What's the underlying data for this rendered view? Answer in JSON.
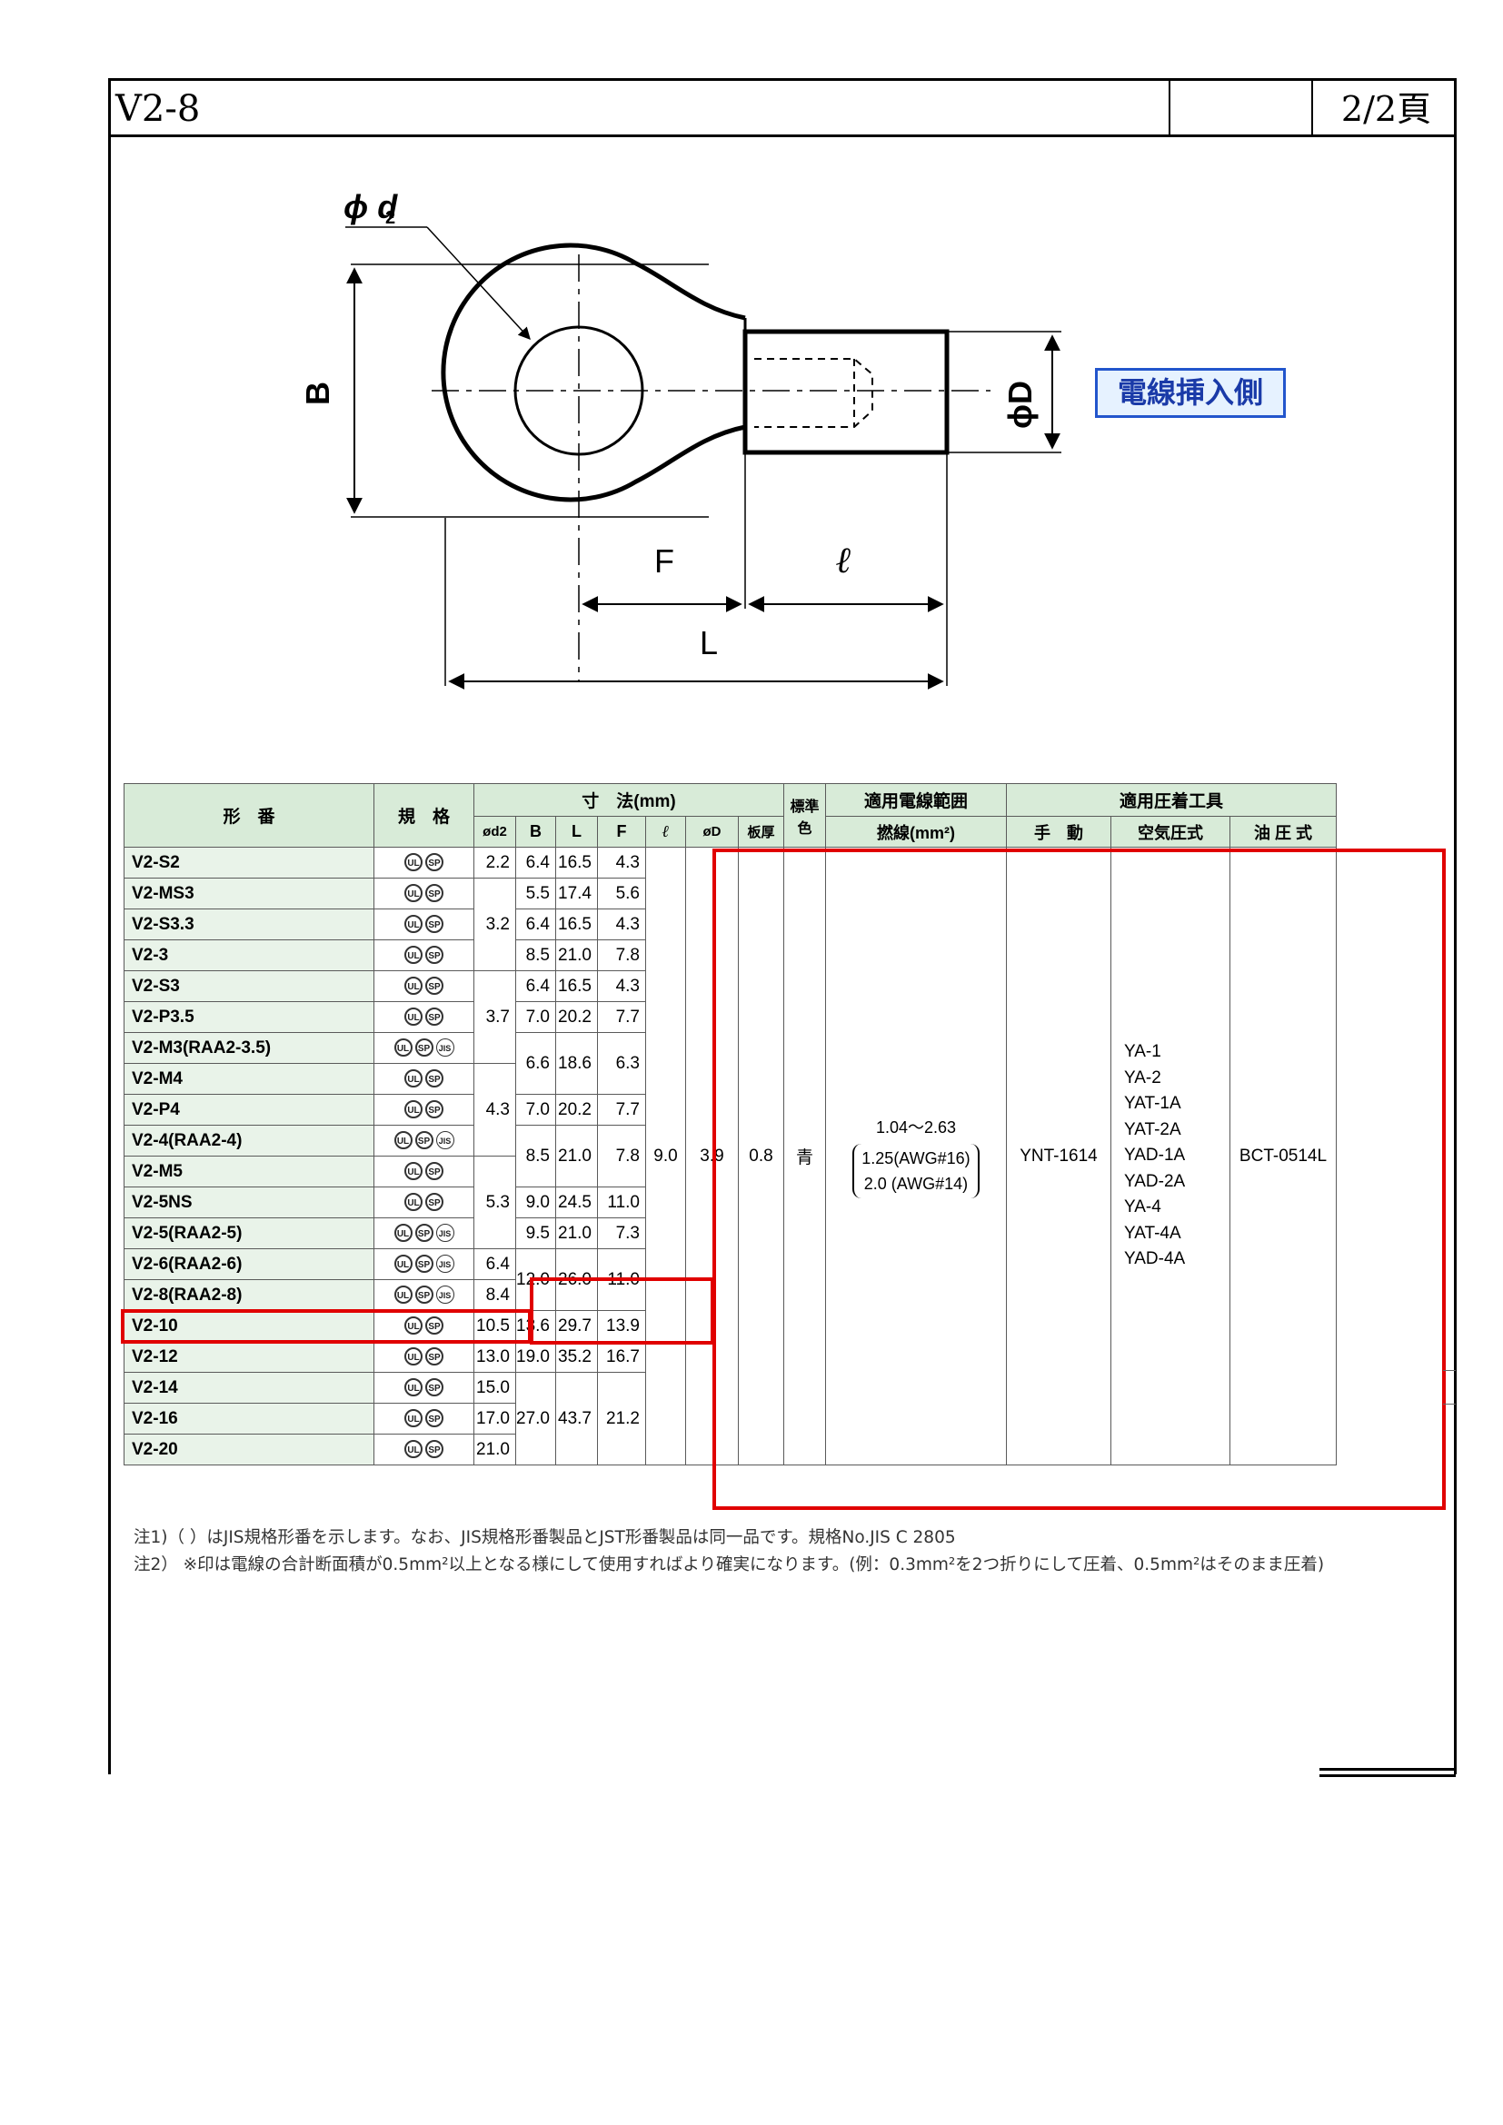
{
  "header": {
    "doc_title": "V2-8",
    "page_number": "2/2頁"
  },
  "diagram": {
    "labels": {
      "phi_d2": "ϕ d",
      "phi_d2_sub": "2",
      "B": "B",
      "phi_D": "ϕD",
      "F": "F",
      "ell": "ℓ",
      "L": "L"
    },
    "wire_side_label": "電線挿入側"
  },
  "table": {
    "header": {
      "model": "形　番",
      "standard": "規　格",
      "dimensions": "寸　法(mm)",
      "std_color": "標準色",
      "wire_range": "適用電線範囲",
      "tools": "適用圧着工具",
      "d2": "ød2",
      "B": "B",
      "L": "L",
      "F": "F",
      "ell": "ℓ",
      "D": "øD",
      "thickness": "板厚",
      "stranded": "撚線(mm²)",
      "manual": "手　動",
      "pneumatic": "空気圧式",
      "hydraulic": "油 圧 式"
    },
    "rows": [
      {
        "model": "V2-S2",
        "jis": false
      },
      {
        "model": "V2-MS3",
        "jis": false
      },
      {
        "model": "V2-S3.3",
        "jis": false
      },
      {
        "model": "V2-3",
        "jis": false
      },
      {
        "model": "V2-S3",
        "jis": false
      },
      {
        "model": "V2-P3.5",
        "jis": false
      },
      {
        "model": "V2-M3(RAA2-3.5)",
        "jis": true
      },
      {
        "model": "V2-M4",
        "jis": false
      },
      {
        "model": "V2-P4",
        "jis": false
      },
      {
        "model": "V2-4(RAA2-4)",
        "jis": true
      },
      {
        "model": "V2-M5",
        "jis": false
      },
      {
        "model": "V2-5NS",
        "jis": false
      },
      {
        "model": "V2-5(RAA2-5)",
        "jis": true
      },
      {
        "model": "V2-6(RAA2-6)",
        "jis": true
      },
      {
        "model": "V2-8(RAA2-8)",
        "jis": true
      },
      {
        "model": "V2-10",
        "jis": false
      },
      {
        "model": "V2-12",
        "jis": false
      },
      {
        "model": "V2-14",
        "jis": false
      },
      {
        "model": "V2-16",
        "jis": false
      },
      {
        "model": "V2-20",
        "jis": false
      }
    ],
    "d2": [
      "2.2",
      "3.2",
      "3.7",
      "4.3",
      "5.3",
      "6.4",
      "8.4",
      "10.5",
      "13.0",
      "15.0",
      "17.0",
      "21.0"
    ],
    "B": [
      "6.4",
      "5.5",
      "6.4",
      "8.5",
      "6.4",
      "7.0",
      "6.6",
      "7.0",
      "8.5",
      "9.0",
      "9.5",
      "12.0",
      "13.6",
      "19.0",
      "27.0"
    ],
    "L": [
      "16.5",
      "17.4",
      "16.5",
      "21.0",
      "16.5",
      "20.2",
      "18.6",
      "20.2",
      "21.0",
      "24.5",
      "21.0",
      "26.0",
      "29.7",
      "35.2",
      "43.7"
    ],
    "F": [
      "4.3",
      "5.6",
      "4.3",
      "7.8",
      "4.3",
      "7.7",
      "6.3",
      "7.7",
      "7.8",
      "11.0",
      "7.3",
      "11.0",
      "13.9",
      "16.7",
      "21.2"
    ],
    "ell": "9.0",
    "D": "3.9",
    "thickness": "0.8",
    "std_color": "青",
    "wire_range": {
      "main": "1.04～2.63",
      "awg16": "1.25(AWG#16)",
      "awg14": "2.0 (AWG#14)"
    },
    "manual_tool": "YNT-1614",
    "pneumatic_tools": [
      "YA-1",
      "YA-2",
      "YAT-1A",
      "YAT-2A",
      "YAD-1A",
      "YAD-2A",
      "YA-4",
      "YAT-4A",
      "YAD-4A"
    ],
    "hydraulic_tool": "BCT-0514L",
    "icons": {
      "ul": "UL",
      "csa": "SP",
      "jis": "JIS"
    }
  },
  "notes": {
    "note1": "注1)（ ）はJIS規格形番を示します。なお、JIS規格形番製品とJST形番製品は同一品です。規格No.JIS C 2805",
    "note2": "注2） ※印は電線の合計断面積が0.5mm²以上となる様にして使用すればより確実になります。(例：0.3mm²を2つ折りにして圧着、0.5mm²はそのまま圧着)"
  },
  "colors": {
    "highlight": "#e00000",
    "header_bg": "#d8ebd8",
    "label_blue": "#1a3aa8"
  }
}
